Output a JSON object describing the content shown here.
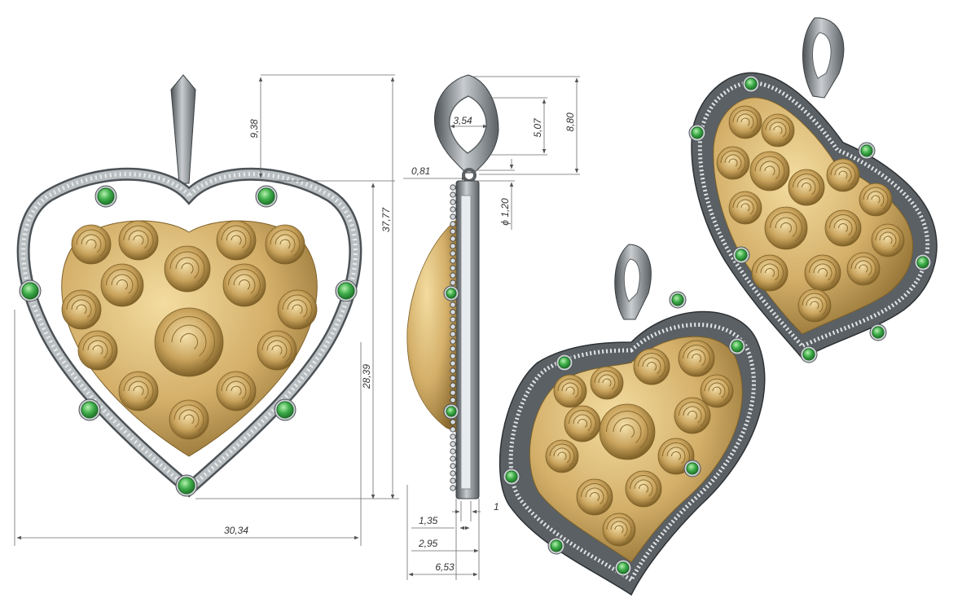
{
  "drawing": {
    "colors": {
      "metal": "#9aa0a4",
      "metal_dark": "#4c5256",
      "gold": "#d4b06a",
      "gold_dark": "#8a6a2e",
      "emerald": "#3fae4a",
      "emerald_dark": "#1c6b26",
      "dimension_line": "#6a6a6a"
    },
    "views": [
      "front-view",
      "side-view",
      "perspective-view-lower",
      "perspective-view-upper"
    ]
  },
  "dimensions": {
    "bail_height": "9,38",
    "total_height": "37,77",
    "heart_height": "28,39",
    "total_width": "30,34",
    "bail_inner_width": "3,54",
    "bail_opening_height": "5,07",
    "bail_total_height": "8,80",
    "jump_ring_offset": "0,81",
    "jump_ring_diameter": "ϕ 1,20",
    "rim_thickness": "1,35",
    "setting_depth": "1",
    "back_depth": "2,95",
    "total_depth": "6,53"
  }
}
